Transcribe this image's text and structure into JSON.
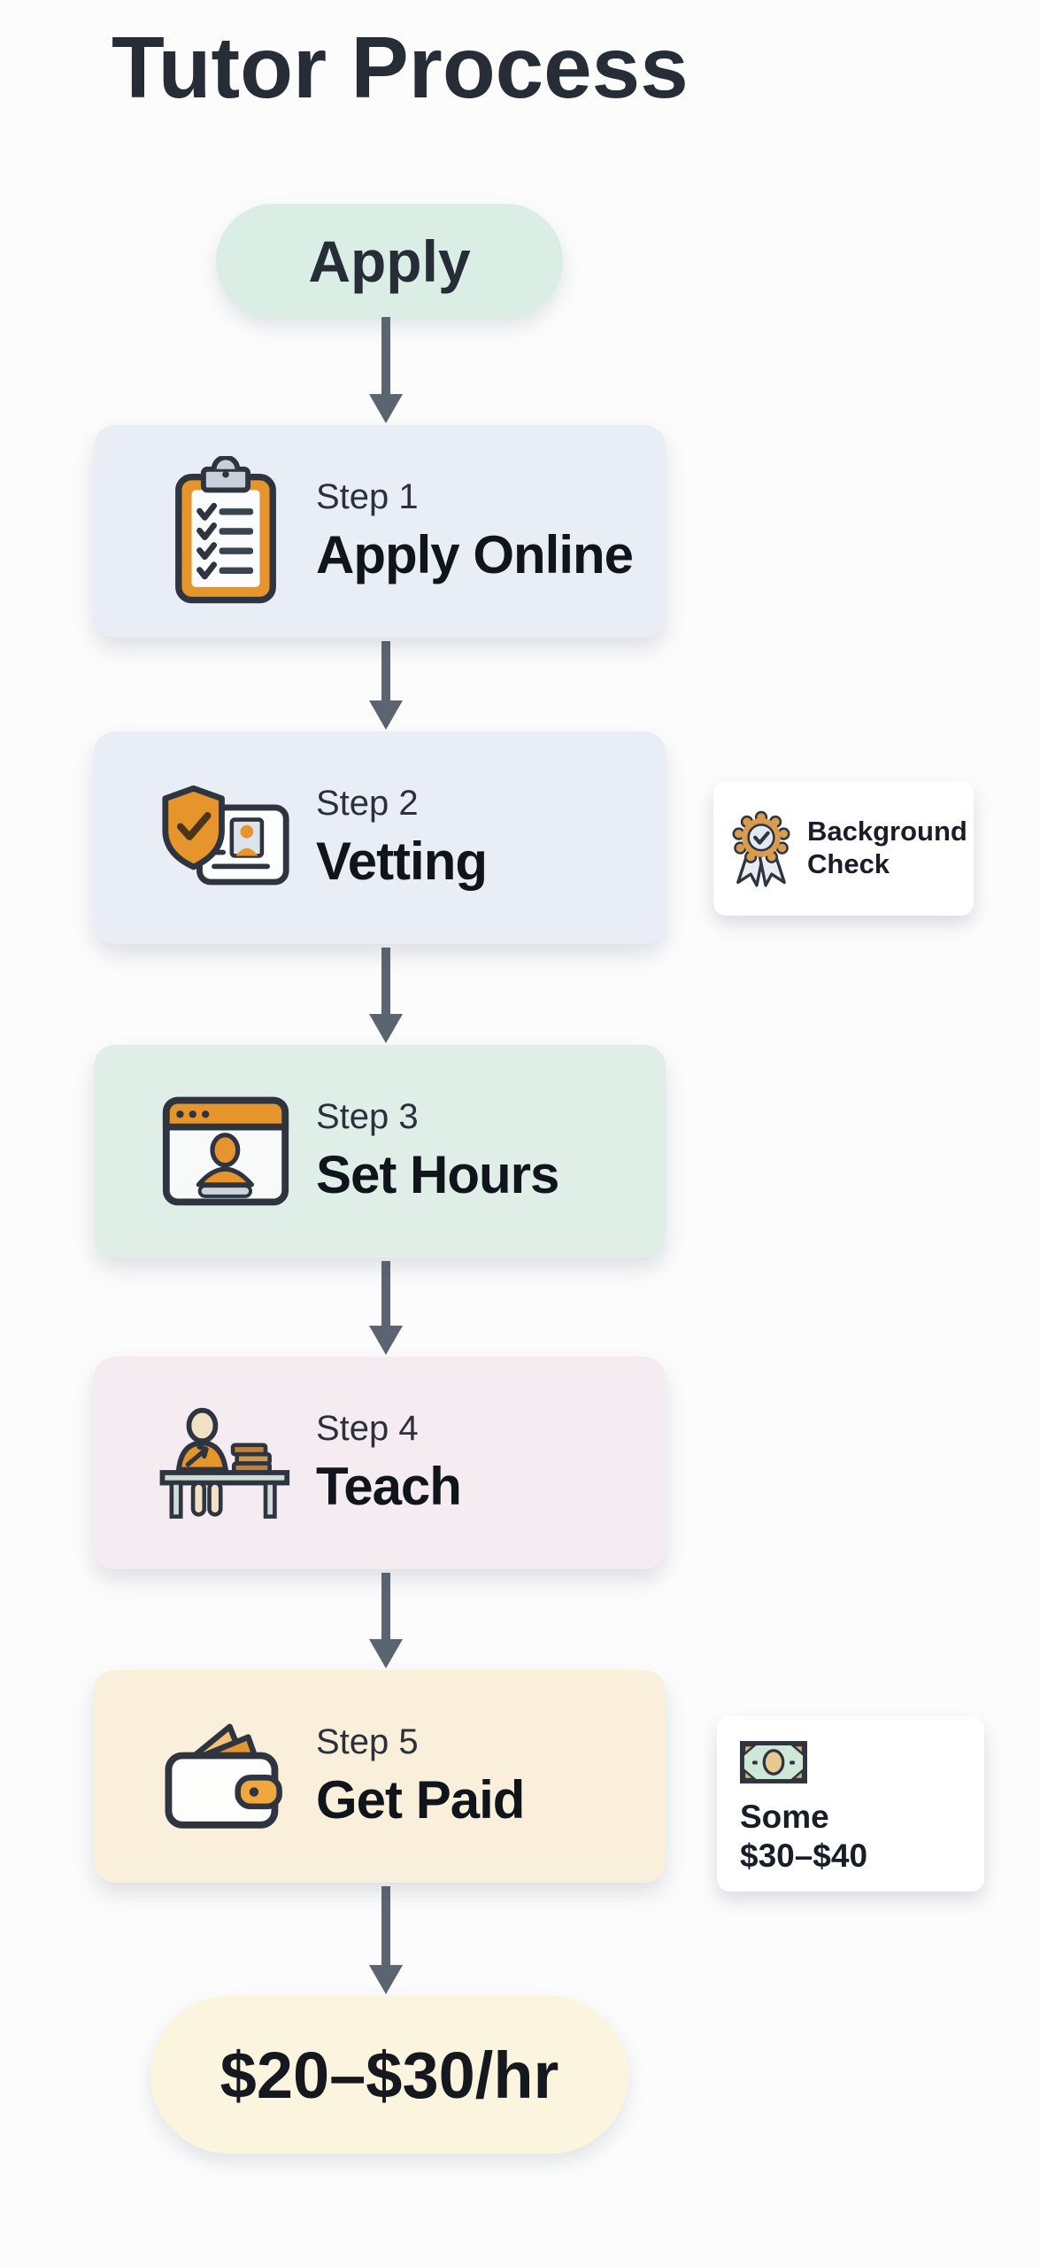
{
  "title": "Tutor Process",
  "flow": {
    "start_label": "Apply",
    "end_label": "$20–$30/hr"
  },
  "steps": [
    {
      "label": "Step 1",
      "name": "Apply Online",
      "icon": "clipboard-checklist-icon"
    },
    {
      "label": "Step 2",
      "name": "Vetting",
      "icon": "shield-id-check-icon"
    },
    {
      "label": "Step 3",
      "name": "Set Hours",
      "icon": "browser-profile-icon"
    },
    {
      "label": "Step 4",
      "name": "Teach",
      "icon": "tutor-desk-icon"
    },
    {
      "label": "Step 5",
      "name": "Get Paid",
      "icon": "wallet-cash-icon"
    }
  ],
  "side_notes": [
    {
      "attached_step": "Step 2",
      "line1": "Background",
      "line2": "Check",
      "icon": "award-ribbon-icon"
    },
    {
      "attached_step": "Step 5",
      "line1": "Some",
      "line2": "$30–$40",
      "icon": "banknote-icon"
    }
  ],
  "colors": {
    "step1_fill": "#e8edf6",
    "step2_fill": "#e9eef6",
    "step3_fill": "#dfefe8",
    "step4_fill": "#f5ecf2",
    "step5_fill": "#f9efdb",
    "start_pill_fill": "#dbeee6",
    "end_pill_fill": "#fbf4df",
    "note_card_fill": "#ffffff",
    "arrow": "#5b6572",
    "accent_orange": "#e6952d",
    "icon_outline": "#2e3440",
    "title_text": "#262d37",
    "step_name_text": "#10151c"
  }
}
